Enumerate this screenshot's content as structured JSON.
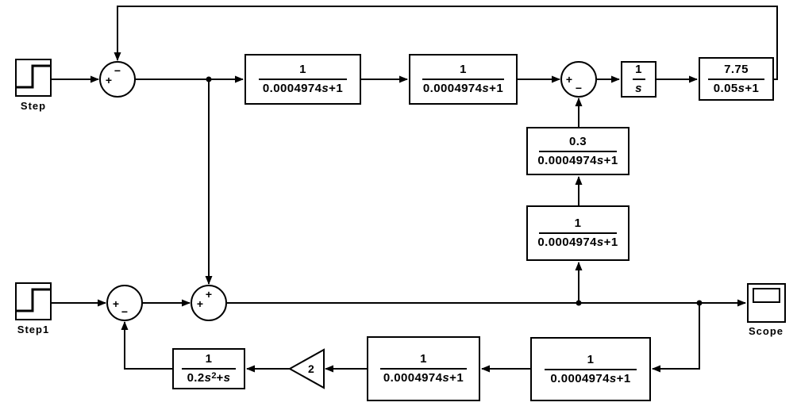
{
  "palette": {
    "ink": "#000000",
    "paper": "#ffffff"
  },
  "sources": {
    "step": {
      "label": "Step"
    },
    "step1": {
      "label": "Step1"
    }
  },
  "sinks": {
    "scope": {
      "label": "Scope"
    }
  },
  "transfer_fcns": {
    "tf1": {
      "num": "1",
      "den": {
        "coef": "0.0004974",
        "var": "s",
        "rest": "+1"
      }
    },
    "tf2": {
      "num": "1",
      "den": {
        "coef": "0.0004974",
        "var": "s",
        "rest": "+1"
      }
    },
    "integrator": {
      "num": "1",
      "den": {
        "var": "s"
      }
    },
    "plant": {
      "num": "7.75",
      "den": {
        "coef": "0.05",
        "var": "s",
        "rest": "+1"
      }
    },
    "fb_upper": {
      "num": "0.3",
      "den": {
        "coef": "0.0004974",
        "var": "s",
        "rest": "+1"
      }
    },
    "fb_lower": {
      "num": "1",
      "den": {
        "coef": "0.0004974",
        "var": "s",
        "rest": "+1"
      }
    },
    "bot_right": {
      "num": "1",
      "den": {
        "coef": "0.0004974",
        "var": "s",
        "rest": "+1"
      }
    },
    "bot_mid": {
      "num": "1",
      "den": {
        "coef": "0.0004974",
        "var": "s",
        "rest": "+1"
      }
    },
    "bot_int": {
      "num": "1",
      "den": {
        "coef": "0.2",
        "var": "s",
        "sup": "2",
        "plus": "+",
        "var2": "s"
      }
    }
  },
  "gains": {
    "gain2": {
      "value": "2"
    }
  },
  "sums": {
    "sum_top_left": {
      "top": "−",
      "left": "+"
    },
    "sum_top_right": {
      "left": "+",
      "bottom": "−"
    },
    "sum_bot_left": {
      "left": "+",
      "bottom": "−"
    },
    "sum_bot_mid": {
      "top": "+",
      "left": "+"
    }
  }
}
